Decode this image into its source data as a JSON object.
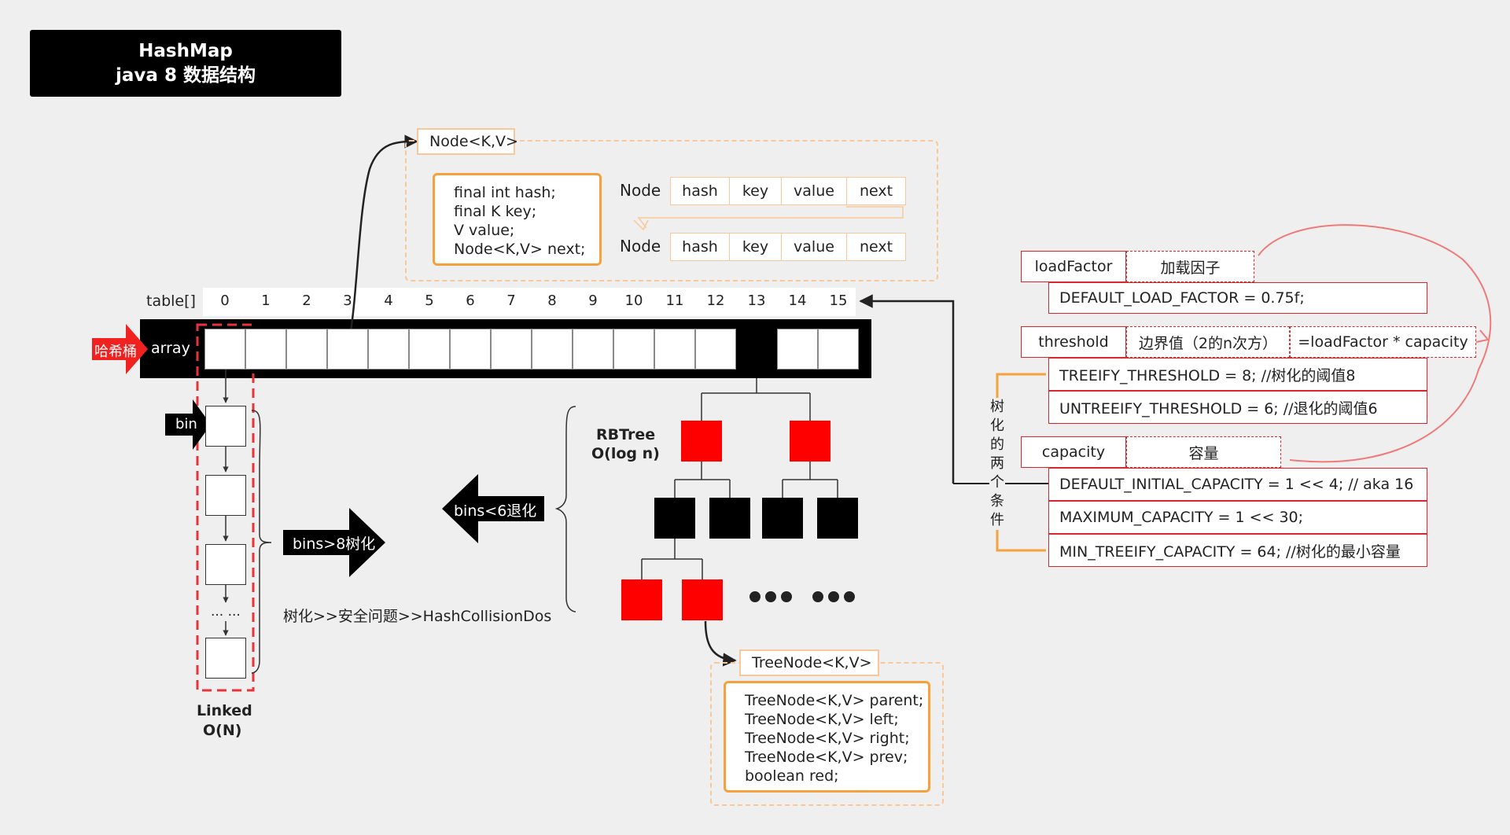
{
  "title": {
    "line1": "HashMap",
    "line2": "java 8 数据结构"
  },
  "node_panel": {
    "tag": "Node<K,V>",
    "code": "final int hash;\nfinal K key;\nV value;\nNode<K,V> next;",
    "row_label": "Node",
    "fields": [
      "hash",
      "key",
      "value",
      "next"
    ]
  },
  "table": {
    "label": "table[]",
    "indices": [
      "0",
      "1",
      "2",
      "3",
      "4",
      "5",
      "6",
      "7",
      "8",
      "9",
      "10",
      "11",
      "12",
      "13",
      "14",
      "15"
    ],
    "array_label": "array",
    "bucket_label": "哈希桶"
  },
  "linked": {
    "bin_label": "bin",
    "ellipsis": "... ...",
    "caption_line1": "Linked",
    "caption_line2": "O(N)"
  },
  "treeify": {
    "arrow_right": "bins>8树化",
    "arrow_left": "bins<6退化",
    "note": "树化>>安全问题>>HashCollisionDos"
  },
  "rbtree": {
    "line1": "RBTree",
    "line2": "O(log n)"
  },
  "treenode_panel": {
    "tag": "TreeNode<K,V>",
    "code": "TreeNode<K,V> parent;\nTreeNode<K,V> left;\nTreeNode<K,V> right;\nTreeNode<K,V> prev;\nboolean red;"
  },
  "params": {
    "loadFactor": {
      "name": "loadFactor",
      "desc": "加载因子",
      "default": "DEFAULT_LOAD_FACTOR = 0.75f;"
    },
    "threshold": {
      "name": "threshold",
      "desc": "边界值（2的n次方）",
      "formula": "=loadFactor * capacity",
      "treeify": "TREEIFY_THRESHOLD = 8; //树化的阈值8",
      "untreeify": "UNTREEIFY_THRESHOLD = 6; //退化的阈值6"
    },
    "capacity": {
      "name": "capacity",
      "desc": "容量",
      "default": "DEFAULT_INITIAL_CAPACITY = 1 << 4; // aka 16",
      "max": "MAXIMUM_CAPACITY = 1 << 30;",
      "min_treeify": "MIN_TREEIFY_CAPACITY = 64; //树化的最小容量"
    },
    "condition_label": [
      "树",
      "化",
      "的",
      "两",
      "个",
      "条",
      "件"
    ]
  },
  "colors": {
    "red": "#ff0000",
    "orange": "#f5a13c",
    "orange_dash": "#f8c89a",
    "line_red": "#d9262c",
    "pink": "#ef7a7a"
  }
}
